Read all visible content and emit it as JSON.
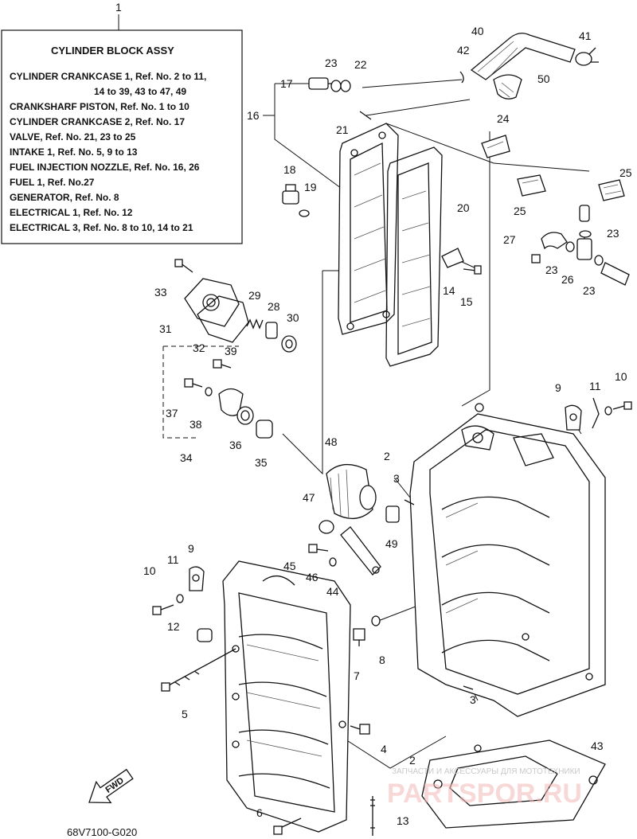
{
  "legend": {
    "ref": "1",
    "title": "CYLINDER BLOCK ASSY",
    "rows": [
      {
        "text": "CYLINDER CRANKCASE 1,      Ref. No. 2 to 11,"
      },
      {
        "text": "14 to 39, 43 to 47, 49"
      },
      {
        "text": "CRANKSHARF PISTON,  Ref. No. 1 to 10"
      },
      {
        "text": "CYLINDER CRANKCASE 2,  Ref. No. 17"
      },
      {
        "text": "VALVE,   Ref. No. 21, 23 to 25"
      },
      {
        "text": "INTAKE 1,   Ref. No. 5, 9 to 13"
      },
      {
        "text": "FUEL INJECTION NOZZLE,  Ref. No. 16, 26"
      },
      {
        "text": "FUEL 1,     Ref. No.27"
      },
      {
        "text": "GENERATOR,  Ref. No. 8"
      },
      {
        "text": "ELECTRICAL 1,  Ref. No. 12"
      },
      {
        "text": "ELECTRICAL 3,    Ref. No. 8 to 10, 14 to 21"
      }
    ]
  },
  "callouts": [
    "40",
    "41",
    "42",
    "23",
    "22",
    "50",
    "17",
    "16",
    "21",
    "24",
    "25",
    "18",
    "19",
    "20",
    "25",
    "27",
    "23",
    "23",
    "26",
    "23",
    "14",
    "15",
    "33",
    "29",
    "28",
    "30",
    "31",
    "32",
    "39",
    "9",
    "11",
    "10",
    "37",
    "38",
    "36",
    "35",
    "34",
    "48",
    "2",
    "3",
    "47",
    "49",
    "9",
    "11",
    "10",
    "45",
    "46",
    "44",
    "12",
    "7",
    "8",
    "5",
    "3",
    "4",
    "2",
    "43",
    "6",
    "13"
  ],
  "fwd_label": "FWD",
  "diagram_code": "68V7100-G020",
  "watermark": {
    "line1": "ЗАПЧАСТИ И АКСЕССУАРЫ ДЛЯ МОТОТЕХНИКИ",
    "line2": "PARTSPOR.RU"
  }
}
